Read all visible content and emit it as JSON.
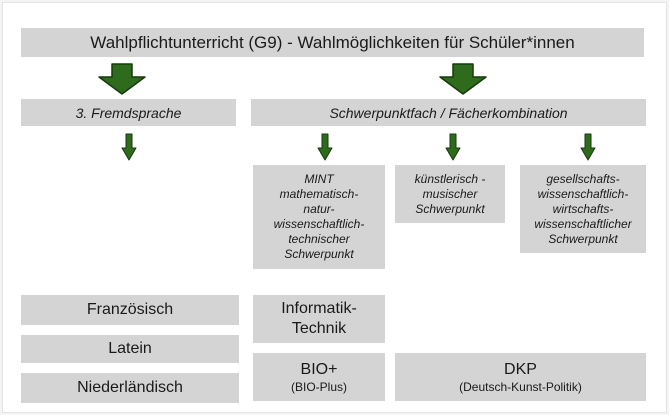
{
  "title": "Wahlpflichtunterricht (G9) - Wahlmöglichkeiten für Schüler*innen",
  "categories": {
    "language": "3. Fremdsprache",
    "focus": "Schwerpunktfach / Fächerkombination"
  },
  "focus_areas": {
    "mint": [
      "MINT",
      "mathematisch-",
      "natur-",
      "wissenschaftlich-",
      "technischer",
      "Schwerpunkt"
    ],
    "arts": [
      "künstlerisch -",
      "musischer",
      "Schwerpunkt"
    ],
    "social": [
      "gesellschafts-",
      "wissenschaftlich-",
      "wirtschafts-",
      "wissenschaftlicher",
      "Schwerpunkt"
    ]
  },
  "languages": [
    "Französisch",
    "Latein",
    "Niederländisch"
  ],
  "courses": {
    "informatik": [
      "Informatik-",
      "Technik"
    ],
    "bio": {
      "name": "BIO+",
      "detail": "(BIO-Plus)"
    },
    "dkp": {
      "name": "DKP",
      "detail": "(Deutsch-Kunst-Politik)"
    }
  },
  "colors": {
    "box_fill": "#d4d4d4",
    "arrow_fill": "#2e6b1c",
    "arrow_stroke": "#163a0c"
  }
}
